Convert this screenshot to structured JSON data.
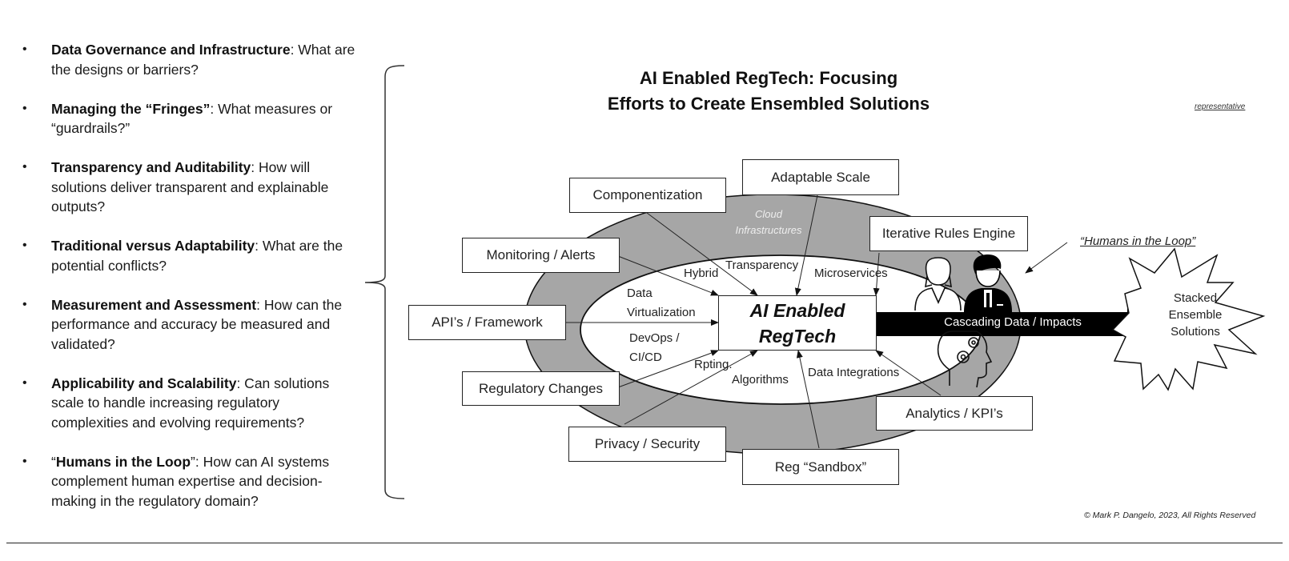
{
  "bullets": [
    {
      "bold": "Data Governance and Infrastructure",
      "text": ":  What are the designs or barriers?"
    },
    {
      "bold": "Managing the “Fringes”",
      "text": ": What measures or “guardrails?”"
    },
    {
      "bold": "Transparency and Auditability",
      "text": ": How will solutions deliver transparent and explainable outputs?"
    },
    {
      "bold": "Traditional versus Adaptability",
      "text": ": What are the potential conflicts?"
    },
    {
      "bold": "Measurement and Assessment",
      "text": ": How can the performance and accuracy be measured and validated?"
    },
    {
      "bold": "Applicability and Scalability",
      "text": ": Can solutions scale to handle increasing regulatory complexities and evolving requirements?"
    },
    {
      "prefix": "“",
      "bold": "Humans in the Loop",
      "text": "”:  How can AI systems complement human expertise and decision-making in the regulatory domain?"
    }
  ],
  "bullet_glyph": "•",
  "diagram": {
    "title_line1": "AI Enabled RegTech: Focusing",
    "title_line2": "Efforts to Create Ensembled Solutions",
    "representative": "representative",
    "cloud_line1": "Cloud",
    "cloud_line2": "Infrastructures",
    "center_line1": "AI Enabled",
    "center_line2": "RegTech",
    "outer_boxes": {
      "componentization": "Componentization",
      "adaptable_scale": "Adaptable Scale",
      "iterative_rules_engine": "Iterative Rules Engine",
      "monitoring_alerts": "Monitoring / Alerts",
      "apis_framework": "API’s / Framework",
      "regulatory_changes": "Regulatory Changes",
      "privacy_security": "Privacy / Security",
      "reg_sandbox": "Reg “Sandbox”",
      "analytics_kpis": "Analytics / KPI’s"
    },
    "inner_labels": {
      "hybrid": "Hybrid",
      "transparency": "Transparency",
      "microservices": "Microservices",
      "data_virtualization_1": "Data",
      "data_virtualization_2": "Virtualization",
      "devops_1": "DevOps /",
      "devops_2": "CI/CD",
      "rpting": "Rpting.",
      "algorithms": "Algorithms",
      "data_integrations": "Data Integrations"
    },
    "cascade_arrow_label": "Cascading Data / Impacts",
    "humans_in_loop": "“Humans in the Loop”",
    "starburst_line1": "Stacked",
    "starburst_line2": "Ensemble",
    "starburst_line3": "Solutions",
    "colors": {
      "outer_ring": "#a6a6a6",
      "inner_ellipse": "#ffffff",
      "arrow": "#000000"
    }
  },
  "copyright": "© Mark P. Dangelo, 2023, All Rights Reserved"
}
